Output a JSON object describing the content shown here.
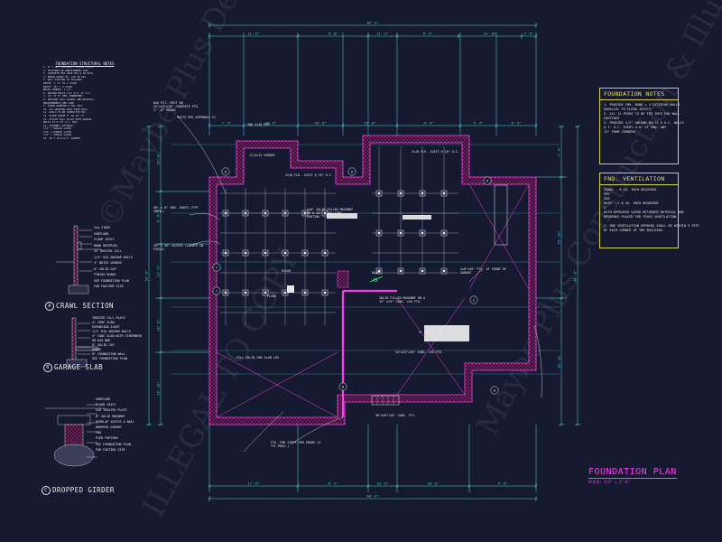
{
  "sheet": {
    "title": "FOUNDATION PLAN",
    "scale": "SCALE: 1/4\" = 1'-0\""
  },
  "watermarks": [
    "©Maybe Plus Design & Construction",
    "ILLEGAL TO COPY",
    "Maybe Plus Construction & Illustrations"
  ],
  "general_notes": {
    "title": "FOUNDATION STRUCTURAL NOTES",
    "lines": [
      "1. 8\" x 16\" FOOTING, TYPICAL U.N.O.",
      "2. FOOTINGS ON UNDISTURBED SOIL",
      "3. CONCRETE MIN 3000 PSI @ 28 DAYS",
      "4. REBAR GRADE 60, LAP 40 DIA.",
      "5. WALL FOOTING AS FOLLOWS:",
      "   DEPTH: 1'-6\" TO 1 STORY",
      "   WIDTH: 16\" / 2 STORY",
      "   BRICK VENEER: 1'-8\"",
      "6. ANCHOR BOLTS 1/2\" @ 6'-0\" O.C.",
      "7. 12\" OF 8\" MIN. EMBEDMENT",
      "8. PROVIDE SILL GASKET AND BACKFILL",
      "   REQUIREMENTS PER CODE",
      "9. VAPOR BARRIER 6 MIL POLY",
      "10. ALL GRADING AWAY FROM BLDG.",
      "11. SOILS TO BE COMPACTED 95%",
      "12. SLOPE GRADE 6\" IN 10'-0\"",
      "13. ATTACH SILL PLATE WITH ANCHOR",
      "    BOLTS AT 6'-0\" O.C. MAX",
      "14. ASSEMBLY RATINGS:",
      "    1/2\" = SINGLE LAYER",
      "    5/8\" = DOUBLE LAYER",
      "    7/8\" = TRIPLE LAYER",
      "15. 10 x 10 W.W.F. GARDEN"
    ]
  },
  "details": {
    "crawl": {
      "letter": "A",
      "title": "CRAWL SECTION",
      "labels": [
        "2x4 STUDS",
        "SUBFLOOR",
        "FLOOR JOIST",
        "BAND MATERIAL",
        "2X TREATED SILL",
        "1/2\" DIA ANCHOR BOLTS",
        "4\" BRICK VENEER",
        "8\" SOLID CAP",
        "FINISH GRADE",
        "SEE FOUNDATION PLAN",
        "FOR FOOTING SIZE"
      ]
    },
    "garage": {
      "letter": "B",
      "title": "GARAGE SLAB",
      "labels": [
        "TREATED SILL PLATE",
        "4\" CONC SLAB",
        "EXPANSION JOINT",
        "1/2\" DIA ANCHOR BOLTS",
        "4\" CONC SLAB WITH FIBERMESH",
        "OR 6X6 WWF",
        "8\" SOLID CAP",
        "GRADE",
        "8\" FOUNDATION WALL",
        "SEE FOUNDATION PLAN"
      ]
    },
    "girder": {
      "letter": "C",
      "title": "DROPPED GIRDER",
      "labels": [
        "SUBFLOOR",
        "FLOOR JOIST",
        "2x6 TREATED PLATE",
        "8\" SOLID MASONRY",
        "OVERLAP JOISTS & NAIL",
        "DROPPED GIRDER",
        "CMU",
        "PIER FOOTING",
        "SEE FOUNDATION PLAN",
        "FOR FOOTING SIZE"
      ]
    }
  },
  "note_boxes": [
    {
      "title": "FOUNDATION NOTES",
      "lines": [
        "1. PROVIDE CMU, BAND + 4 EXTERIOR WALLS",
        "   PARALLEL TO FLOOR JOISTS",
        "2. ALL 12 PIERS TO BE FED INTO FND WALL",
        "   FOOTINGS",
        "3. PROVIDE 1/2\" ANCHOR BOLTS 6 O.C. WALLS",
        "   @ 1' O.C. EVERY 4-0\" OF CMU. ANY",
        "   12\" FROM CORNERS"
      ]
    },
    {
      "title": "FND. VENTILATION",
      "lines": [
        "CRAWL - 8 SQ. INCH REQUIRED",
        "    PER",
        "    220",
        "BATH - 2.8 SQ. INCH REQUIRED",
        "    2",
        "WITH APPROVED VAPOR RETARDER MATERIAL AND",
        "OPENINGS PLACED FOR CROSS VENTILATION",
        "",
        "1. ONE VENTILATION OPENING SHALL BE WITHIN 3 FEET",
        "   OF EACH CORNER OF THE BUILDING"
      ]
    }
  ],
  "plan_labels": [
    "8x8 PIT. POST ON 24\"x24\"x10\" CONCRETE FTG. 1\"'-0\" GRADE",
    "TWO 2x10 RIM",
    "POSTS PER APPENDIX Y1",
    "(2)2x12 GIRDER",
    "2x10 FLR. JOIST @ 16\" O.C.",
    "36\" x 8\" FND. VENTS (TYP. 20MIL)",
    "24\" x 30\" ACCESS (LOCATE IN FIELD)",
    "3x8\" SOLID FILLED MASONRY OR A 12\" x 24\" CONC. FOOTING",
    "2x10 FLR. JOIST @ 16\" O.C.",
    "24\"x24\"x10\" CONC. LUG FTG.",
    "PLUSH",
    "FLUSH",
    "SOLID FILLED MASONRY ON A 12\" x24\" CONC. LUG FTG.",
    "2x8\"x36\" FTG. AT FRONT OF GARAGE",
    "4\" CONC. SLAB",
    "FILL SOLID FOR SLAB LEG",
    "FTG. FOR STEPS PER GRADE (2 TYL PROJ.)",
    "36\"x36\"x10\" CONC. FTG.",
    "SLOPE"
  ],
  "dimensions": {
    "top_overall": "68'-4\"",
    "top_segments": [
      "11'-6\"",
      "9'-8\"",
      "21'-2\"",
      "8'-4\"",
      "14'-10\"",
      "2'-6\""
    ],
    "top_inner": [
      "7'-2\"",
      "14'-6\"",
      "10'-8\"",
      "15'-0\"",
      "6'-0\"",
      "5'-4\"",
      "9'-2\""
    ],
    "bottom_overall": "68'-4\"",
    "bottom_segments": [
      "17'-6\"",
      "6'-4\"",
      "13'-9\"",
      "18'-0\"",
      "4'-6\""
    ],
    "left_overall": "54'-6\"",
    "left_segments": [
      "11'-4\"",
      "6'-6\"",
      "13'-2\"",
      "10'-8\"",
      "12'-10\""
    ],
    "right_overall": "41'-8\"",
    "right_segments": [
      "7'-0\"",
      "15'-10\"",
      "18'-10\""
    ],
    "room_tags": [
      "D",
      "D",
      "D",
      "C",
      "C",
      "C",
      "B",
      "A"
    ]
  },
  "colors": {
    "background": "#161a30",
    "dimension": "#4fd6e0",
    "wall": "#ff3cf0",
    "note_border": "#d8d24a",
    "linework": "#e8e8e8",
    "green": "#3cff60"
  }
}
